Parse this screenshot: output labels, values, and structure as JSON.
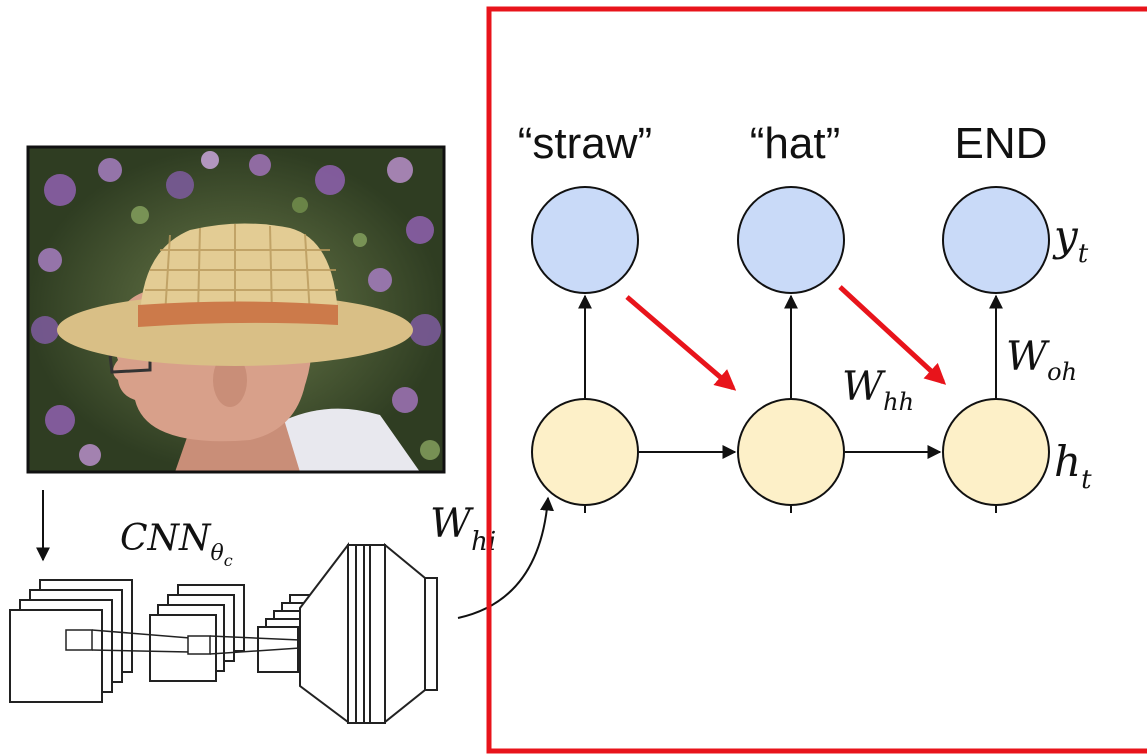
{
  "output_words": [
    "“straw”",
    "“hat”",
    "END"
  ],
  "labels": {
    "output": "y",
    "output_sub": "t",
    "hidden": "h",
    "hidden_sub": "t",
    "w_oh": "W",
    "w_oh_sub": "oh",
    "w_hh": "W",
    "w_hh_sub": "hh",
    "w_hi": "W",
    "w_hi_sub": "hi",
    "cnn": "CNN",
    "cnn_sub": "θ",
    "cnn_subsub": "c"
  },
  "photo": {
    "subject": "man wearing a straw hat in front of purple flowers"
  },
  "colors": {
    "output_node_fill": "#c9daf8",
    "hidden_node_fill": "#fdf0c8",
    "node_stroke": "#111111",
    "highlight_box": "#e8141b",
    "highlight_arrow": "#e8141b",
    "foliage_dark": "#3a4a2a",
    "flower_purple": "#8a5fa8",
    "hat_straw": "#e3cc94",
    "hat_band": "#cc7a4a",
    "skin": "#d8a08a",
    "shirt": "#e8e8ee"
  }
}
